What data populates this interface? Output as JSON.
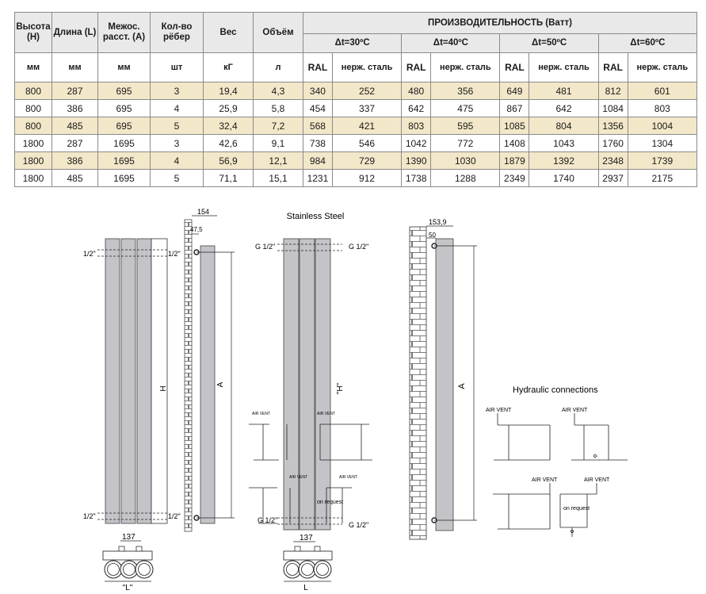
{
  "table": {
    "head": {
      "height_label": "Высота (H)",
      "length_label": "Длина (L)",
      "spacing_label": "Межос. расст. (A)",
      "ribs_label": "Кол-во рёбер",
      "weight_label": "Вес",
      "volume_label": "Объём",
      "performance_label": "ПРОИЗВОДИТЕЛЬНОСТЬ (Ватт)",
      "dt": [
        "Δt=30ºC",
        "Δt=40ºC",
        "Δt=50ºC",
        "Δt=60ºC"
      ]
    },
    "units": [
      "мм",
      "мм",
      "мм",
      "шт",
      "кГ",
      "л",
      "RAL",
      "нерж. сталь",
      "RAL",
      "нерж. сталь",
      "RAL",
      "нерж. сталь",
      "RAL",
      "нерж. сталь"
    ],
    "rows": [
      [
        "800",
        "287",
        "695",
        "3",
        "19,4",
        "4,3",
        "340",
        "252",
        "480",
        "356",
        "649",
        "481",
        "812",
        "601"
      ],
      [
        "800",
        "386",
        "695",
        "4",
        "25,9",
        "5,8",
        "454",
        "337",
        "642",
        "475",
        "867",
        "642",
        "1084",
        "803"
      ],
      [
        "800",
        "485",
        "695",
        "5",
        "32,4",
        "7,2",
        "568",
        "421",
        "803",
        "595",
        "1085",
        "804",
        "1356",
        "1004"
      ],
      [
        "1800",
        "287",
        "1695",
        "3",
        "42,6",
        "9,1",
        "738",
        "546",
        "1042",
        "772",
        "1408",
        "1043",
        "1760",
        "1304"
      ],
      [
        "1800",
        "386",
        "1695",
        "4",
        "56,9",
        "12,1",
        "984",
        "729",
        "1390",
        "1030",
        "1879",
        "1392",
        "2348",
        "1739"
      ],
      [
        "1800",
        "485",
        "1695",
        "5",
        "71,1",
        "15,1",
        "1231",
        "912",
        "1738",
        "1288",
        "2349",
        "1740",
        "2937",
        "2175"
      ]
    ],
    "shaded_color": "#f3e7c9",
    "header_color": "#e9e9ea"
  },
  "drawings": {
    "d1": {
      "half_tl": "1/2\"",
      "half_tr": "1/2\"",
      "half_bl": "1/2\"",
      "half_br": "1/2\"",
      "h_label": "H",
      "w137": "137",
      "l_label": "\"L\""
    },
    "d2": {
      "dim154": "154",
      "dim475": "47,5",
      "a_label": "A"
    },
    "d3": {
      "title": "Stainless Steel",
      "g_tl": "G 1/2\"",
      "g_tr": "G 1/2\"",
      "g_bl": "G 1/2\"",
      "g_br": "G 1/2\"",
      "h_label": "\"H\"",
      "air_vent": "AIR VENT",
      "on_request": "on request",
      "w137": "137",
      "l_label": "L"
    },
    "d4": {
      "dim1539": "153,9",
      "dim50": "50",
      "a_label": "A"
    },
    "d5": {
      "title": "Hydraulic connections",
      "air_vent": "AIR VENT",
      "on_request": "on request"
    }
  }
}
